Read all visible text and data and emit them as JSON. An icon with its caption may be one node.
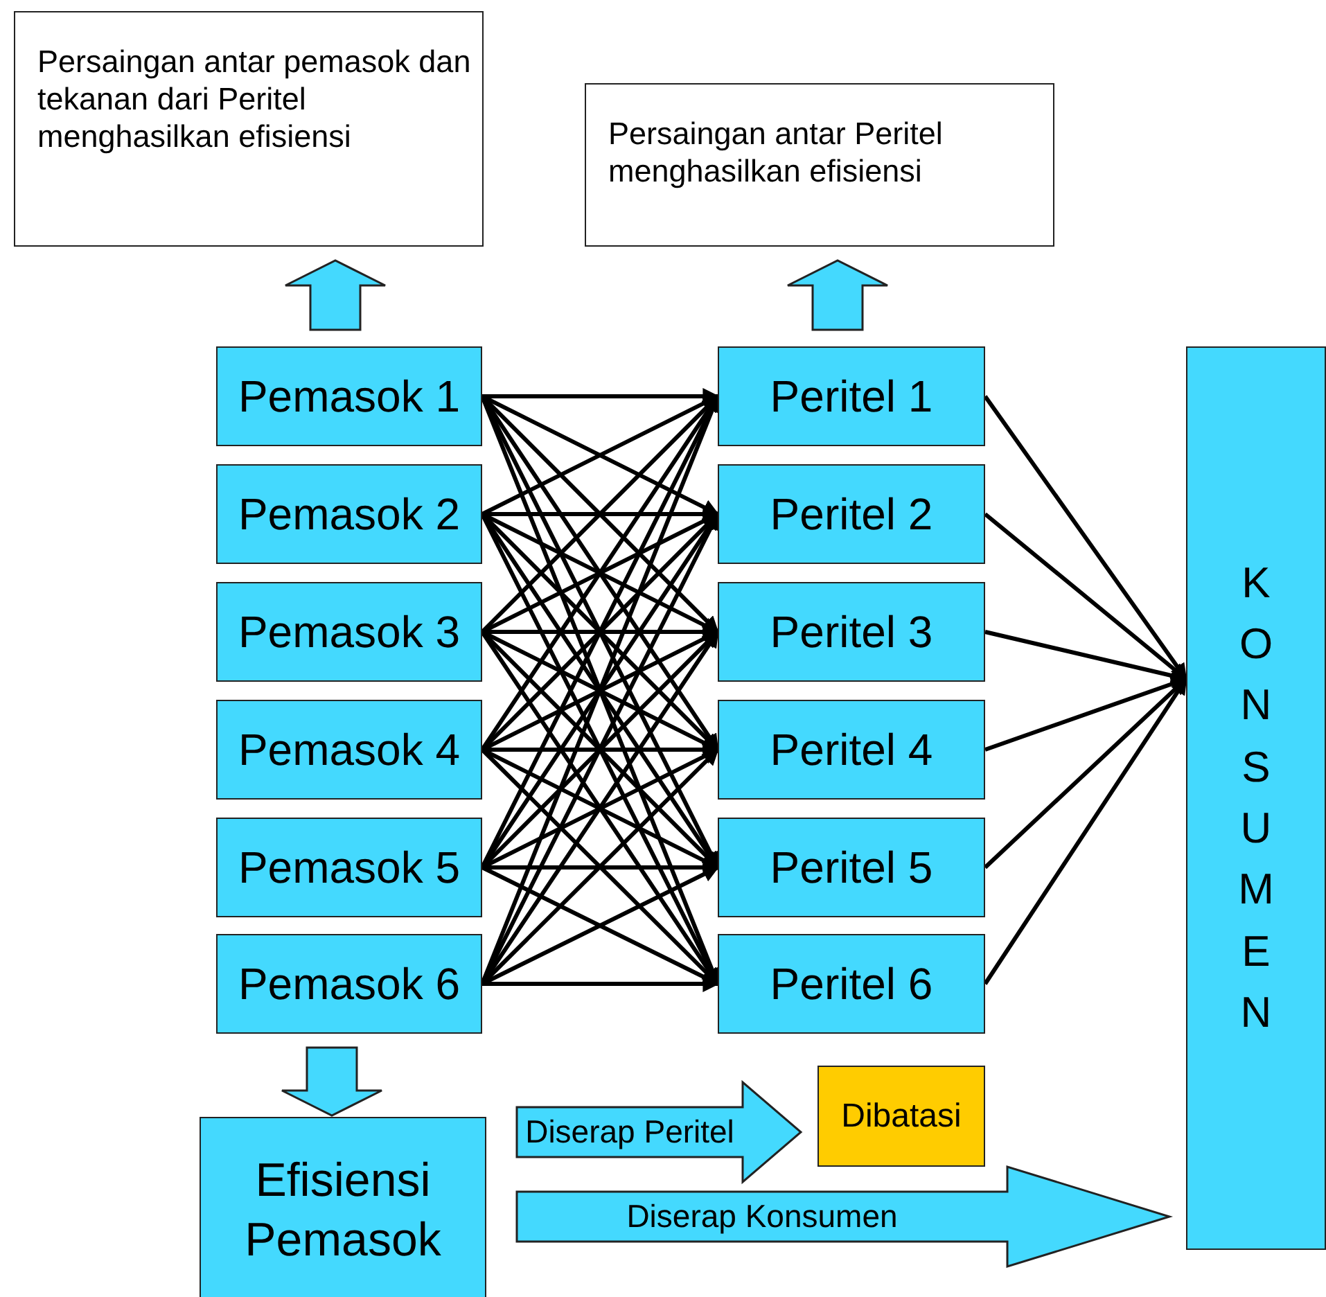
{
  "diagram": {
    "nodes": [
      {
        "text": [
          "Persaingan antar pemasok dan tekanan dari Peritel menghasilkan efisiensi"
        ]
      },
      {
        "text": [
          "Persaingan antar Peritel menghasilkan efisiensi"
        ]
      },
      {
        "text": [
          "Pemasok 1"
        ]
      },
      {
        "text": [
          "Pemasok 2"
        ]
      },
      {
        "text": [
          "Pemasok 3"
        ]
      },
      {
        "text": [
          "Pemasok 4"
        ]
      },
      {
        "text": [
          "Pemasok 5"
        ]
      },
      {
        "text": [
          "Pemasok 6"
        ]
      },
      {
        "text": [
          "Peritel 1"
        ]
      },
      {
        "text": [
          "Peritel 2"
        ]
      },
      {
        "text": [
          "Peritel 3"
        ]
      },
      {
        "text": [
          "Peritel 4"
        ]
      },
      {
        "text": [
          "Peritel 5"
        ]
      },
      {
        "text": [
          "Peritel 6"
        ]
      },
      {
        "text": [
          "KONSUMEN"
        ]
      },
      {
        "text": [
          "Efisiensi Pemasok"
        ]
      },
      {
        "text": [
          "Dibatasi"
        ]
      }
    ],
    "edges": [
      {
        "from": 2,
        "to": 0,
        "arrow": "to",
        "style": "thick"
      },
      {
        "from": 8,
        "to": 1,
        "arrow": "to",
        "style": "thick"
      },
      {
        "from": 2,
        "to": 8,
        "arrow": "to"
      },
      {
        "from": 2,
        "to": 9,
        "arrow": "to"
      },
      {
        "from": 2,
        "to": 10,
        "arrow": "to"
      },
      {
        "from": 2,
        "to": 11,
        "arrow": "to"
      },
      {
        "from": 2,
        "to": 12,
        "arrow": "to"
      },
      {
        "from": 2,
        "to": 13,
        "arrow": "to"
      },
      {
        "from": 3,
        "to": 8,
        "arrow": "to"
      },
      {
        "from": 3,
        "to": 9,
        "arrow": "to"
      },
      {
        "from": 3,
        "to": 10,
        "arrow": "to"
      },
      {
        "from": 3,
        "to": 11,
        "arrow": "to"
      },
      {
        "from": 3,
        "to": 12,
        "arrow": "to"
      },
      {
        "from": 3,
        "to": 13,
        "arrow": "to"
      },
      {
        "from": 4,
        "to": 8,
        "arrow": "to"
      },
      {
        "from": 4,
        "to": 9,
        "arrow": "to"
      },
      {
        "from": 4,
        "to": 10,
        "arrow": "to"
      },
      {
        "from": 4,
        "to": 11,
        "arrow": "to"
      },
      {
        "from": 4,
        "to": 12,
        "arrow": "to"
      },
      {
        "from": 4,
        "to": 13,
        "arrow": "to"
      },
      {
        "from": 5,
        "to": 8,
        "arrow": "to"
      },
      {
        "from": 5,
        "to": 9,
        "arrow": "to"
      },
      {
        "from": 5,
        "to": 10,
        "arrow": "to"
      },
      {
        "from": 5,
        "to": 11,
        "arrow": "to"
      },
      {
        "from": 5,
        "to": 12,
        "arrow": "to"
      },
      {
        "from": 5,
        "to": 13,
        "arrow": "to"
      },
      {
        "from": 6,
        "to": 8,
        "arrow": "to"
      },
      {
        "from": 6,
        "to": 9,
        "arrow": "to"
      },
      {
        "from": 6,
        "to": 10,
        "arrow": "to"
      },
      {
        "from": 6,
        "to": 11,
        "arrow": "to"
      },
      {
        "from": 6,
        "to": 12,
        "arrow": "to"
      },
      {
        "from": 6,
        "to": 13,
        "arrow": "to"
      },
      {
        "from": 7,
        "to": 8,
        "arrow": "to"
      },
      {
        "from": 7,
        "to": 9,
        "arrow": "to"
      },
      {
        "from": 7,
        "to": 10,
        "arrow": "to"
      },
      {
        "from": 7,
        "to": 11,
        "arrow": "to"
      },
      {
        "from": 7,
        "to": 12,
        "arrow": "to"
      },
      {
        "from": 7,
        "to": 13,
        "arrow": "to"
      },
      {
        "from": 8,
        "to": 14,
        "arrow": "to"
      },
      {
        "from": 9,
        "to": 14,
        "arrow": "to"
      },
      {
        "from": 10,
        "to": 14,
        "arrow": "to"
      },
      {
        "from": 11,
        "to": 14,
        "arrow": "to"
      },
      {
        "from": 12,
        "to": 14,
        "arrow": "to"
      },
      {
        "from": 13,
        "to": 14,
        "arrow": "to"
      },
      {
        "from": 7,
        "to": 15,
        "arrow": "to",
        "style": "thick"
      },
      {
        "from": 15,
        "to": 16,
        "arrow": "to",
        "style": "thick",
        "label": "Diserap Peritel"
      },
      {
        "from": 15,
        "to": 14,
        "arrow": "to",
        "style": "thick",
        "label": "Diserap Konsumen"
      }
    ]
  }
}
